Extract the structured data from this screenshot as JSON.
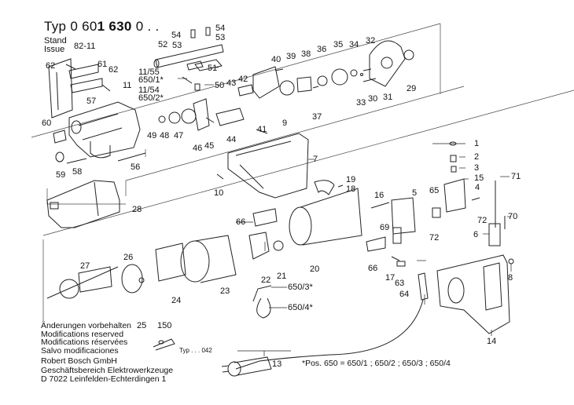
{
  "header": {
    "typ_prefix": "Typ",
    "typ_part1": "0 60",
    "typ_bold": "1 630",
    "typ_suffix": "0 . .",
    "stand_label": "Stand",
    "issue_label": "Issue",
    "issue_value": "82-11"
  },
  "notes": {
    "lines": [
      "Änderungen vorbehalten",
      "Modifications reserved",
      "Modifications réservées",
      "Salvo modificaciones"
    ]
  },
  "company": {
    "lines": [
      "Robert Bosch GmbH",
      "Geschäftsbereich Elektrowerkzeuge",
      "D 7022 Leinfelden-Echterdingen 1"
    ]
  },
  "footnote": "*Pos. 650 = 650/1 ; 650/2 ; 650/3 ; 650/4",
  "typ_note": "Typ . . . 042",
  "group_11": {
    "label": "11",
    "items": [
      "11/55",
      "650/1*",
      "11/54",
      "650/2*"
    ]
  },
  "parts": [
    {
      "id": "p1",
      "label": "1"
    },
    {
      "id": "p2",
      "label": "2"
    },
    {
      "id": "p3",
      "label": "3"
    },
    {
      "id": "p4",
      "label": "4"
    },
    {
      "id": "p5",
      "label": "5"
    },
    {
      "id": "p6",
      "label": "6"
    },
    {
      "id": "p7",
      "label": "7"
    },
    {
      "id": "p8",
      "label": "8"
    },
    {
      "id": "p9",
      "label": "9"
    },
    {
      "id": "p10",
      "label": "10"
    },
    {
      "id": "p13",
      "label": "13"
    },
    {
      "id": "p14",
      "label": "14"
    },
    {
      "id": "p15",
      "label": "15"
    },
    {
      "id": "p16",
      "label": "16"
    },
    {
      "id": "p17",
      "label": "17"
    },
    {
      "id": "p18",
      "label": "18"
    },
    {
      "id": "p19",
      "label": "19"
    },
    {
      "id": "p20",
      "label": "20"
    },
    {
      "id": "p21",
      "label": "21"
    },
    {
      "id": "p22",
      "label": "22"
    },
    {
      "id": "p23",
      "label": "23"
    },
    {
      "id": "p24",
      "label": "24"
    },
    {
      "id": "p25",
      "label": "25"
    },
    {
      "id": "p26",
      "label": "26"
    },
    {
      "id": "p27",
      "label": "27"
    },
    {
      "id": "p28",
      "label": "28"
    },
    {
      "id": "p29",
      "label": "29"
    },
    {
      "id": "p30",
      "label": "30"
    },
    {
      "id": "p31",
      "label": "31"
    },
    {
      "id": "p32",
      "label": "32"
    },
    {
      "id": "p33",
      "label": "33"
    },
    {
      "id": "p34",
      "label": "34"
    },
    {
      "id": "p35",
      "label": "35"
    },
    {
      "id": "p36",
      "label": "36"
    },
    {
      "id": "p37",
      "label": "37"
    },
    {
      "id": "p38",
      "label": "38"
    },
    {
      "id": "p39",
      "label": "39"
    },
    {
      "id": "p40",
      "label": "40"
    },
    {
      "id": "p41",
      "label": "41"
    },
    {
      "id": "p42",
      "label": "42"
    },
    {
      "id": "p43",
      "label": "43"
    },
    {
      "id": "p44",
      "label": "44"
    },
    {
      "id": "p45",
      "label": "45"
    },
    {
      "id": "p46",
      "label": "46"
    },
    {
      "id": "p47",
      "label": "47"
    },
    {
      "id": "p48",
      "label": "48"
    },
    {
      "id": "p49",
      "label": "49"
    },
    {
      "id": "p50",
      "label": "50"
    },
    {
      "id": "p51",
      "label": "51"
    },
    {
      "id": "p52",
      "label": "52"
    },
    {
      "id": "p53a",
      "label": "53"
    },
    {
      "id": "p53b",
      "label": "53"
    },
    {
      "id": "p54a",
      "label": "54"
    },
    {
      "id": "p54b",
      "label": "54"
    },
    {
      "id": "p56",
      "label": "56"
    },
    {
      "id": "p57",
      "label": "57"
    },
    {
      "id": "p58",
      "label": "58"
    },
    {
      "id": "p59",
      "label": "59"
    },
    {
      "id": "p60",
      "label": "60"
    },
    {
      "id": "p61",
      "label": "61"
    },
    {
      "id": "p62a",
      "label": "62"
    },
    {
      "id": "p62b",
      "label": "62"
    },
    {
      "id": "p63",
      "label": "63"
    },
    {
      "id": "p64",
      "label": "64"
    },
    {
      "id": "p65",
      "label": "65"
    },
    {
      "id": "p66a",
      "label": "66"
    },
    {
      "id": "p66b",
      "label": "66"
    },
    {
      "id": "p69",
      "label": "69"
    },
    {
      "id": "p70",
      "label": "70"
    },
    {
      "id": "p71",
      "label": "71"
    },
    {
      "id": "p72a",
      "label": "72"
    },
    {
      "id": "p72b",
      "label": "72"
    },
    {
      "id": "p150",
      "label": "150"
    },
    {
      "id": "p650_3",
      "label": "650/3*"
    },
    {
      "id": "p650_4",
      "label": "650/4*"
    }
  ]
}
